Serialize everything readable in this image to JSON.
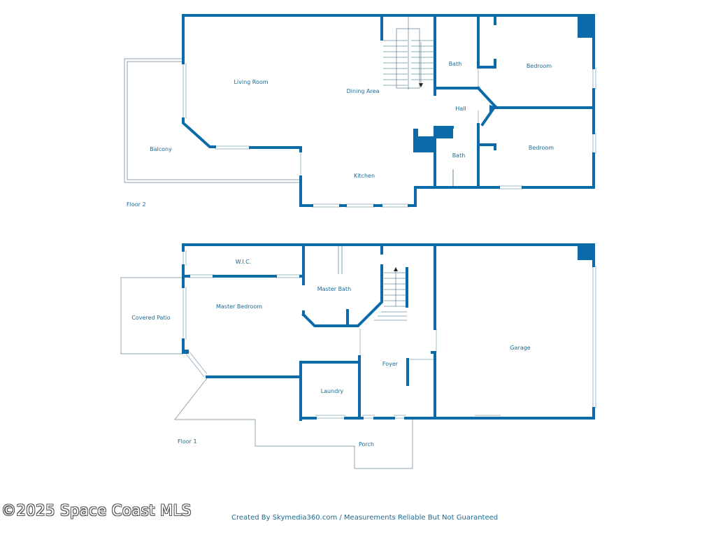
{
  "colors": {
    "wall": "#0a6ba8",
    "thin_line": "#6a8fa0",
    "label": "#1c6b93",
    "window": "#bcd6e4"
  },
  "floor2": {
    "label": "Floor 2",
    "rooms": {
      "living_room": "Living Room",
      "dining_area": "Dining Area",
      "bath_upper": "Bath",
      "bedroom_upper": "Bedroom",
      "hall": "Hall",
      "balcony": "Balcony",
      "kitchen": "Kitchen",
      "bath_lower": "Bath",
      "bedroom_lower": "Bedroom"
    }
  },
  "floor1": {
    "label": "Floor 1",
    "rooms": {
      "wic": "W.I.C.",
      "master_bath": "Master Bath",
      "master_bedroom": "Master Bedroom",
      "covered_patio": "Covered Patio",
      "garage": "Garage",
      "foyer": "Foyer",
      "laundry": "Laundry",
      "porch": "Porch"
    }
  },
  "footer": {
    "credit": "Created By Skymedia360.com / Measurements Reliable But Not Guaranteed",
    "watermark": "©2025 Space Coast MLS"
  }
}
